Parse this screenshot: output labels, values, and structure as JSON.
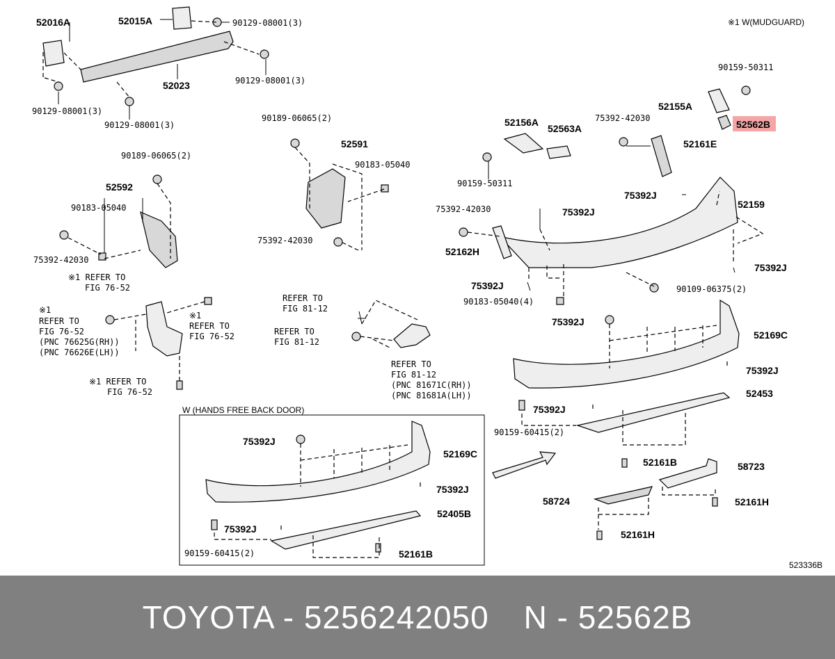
{
  "diagram": {
    "note_top_right": "※1 W(MUDGUARD)",
    "ref_number": "523336B",
    "box_title": "W (HANDS FREE BACK DOOR)",
    "labels": {
      "l52016A": "52016A",
      "l52015A": "52015A",
      "l90129_a": "90129-08001(3)",
      "l90129_b": "90129-08001(3)",
      "l90129_c": "90129-08001(3)",
      "l90129_d": "90129-08001(3)",
      "l52023": "52023",
      "l90159_50311_a": "90159-50311",
      "l52155A": "52155A",
      "l75392_42030_a": "75392-42030",
      "l52562B": "52562B",
      "l52161E": "52161E",
      "l52156A": "52156A",
      "l52563A": "52563A",
      "l90159_50311_b": "90159-50311",
      "l90189_a": "90189-06065(2)",
      "l52591": "52591",
      "l90183_a": "90183-05040",
      "l90189_b": "90189-06065(2)",
      "l52592": "52592",
      "l90183_b": "90183-05040",
      "l75392_42030_b": "75392-42030",
      "l75392_42030_c": "75392-42030",
      "l75392_42030_d": "75392-42030",
      "l75392J_a": "75392J",
      "l52159": "52159",
      "l75392J_b": "75392J",
      "l52162H": "52162H",
      "l75392J_c": "75392J",
      "l75392J_d": "75392J",
      "l90183_c": "90183-05040(4)",
      "l90109": "90109-06375(2)",
      "ref_a1": "※1 REFER TO",
      "ref_a2": "FIG 76-52",
      "ref_b1": "※1",
      "ref_b2": "REFER TO",
      "ref_b3": "FIG 76-52",
      "ref_b4": "(PNC 76625G(RH))",
      "ref_b5": "(PNC 76626E(LH))",
      "ref_c1": "※1",
      "ref_c2": "REFER TO",
      "ref_c3": "FIG 76-52",
      "ref_d1": "※1 REFER TO",
      "ref_d2": "FIG 76-52",
      "ref_e1": "REFER TO",
      "ref_e2": "FIG 81-12",
      "ref_f1": "REFER TO",
      "ref_f2": "FIG 81-12",
      "ref_g1": "REFER TO",
      "ref_g2": "FIG 81-12",
      "ref_g3": "(PNC 81671C(RH))",
      "ref_g4": "(PNC 81681A(LH))",
      "l75392J_e": "75392J",
      "l52169C_a": "52169C",
      "l75392J_f": "75392J",
      "l75392J_g": "75392J",
      "l52453": "52453",
      "l90159_60415_a": "90159-60415(2)",
      "l52161B_a": "52161B",
      "l58723": "58723",
      "l58724": "58724",
      "l52161H_a": "52161H",
      "l52161H_b": "52161H",
      "l75392J_h": "75392J",
      "l52169C_b": "52169C",
      "l75392J_i": "75392J",
      "l75392J_j": "75392J",
      "l52405B": "52405B",
      "l90159_60415_b": "90159-60415(2)",
      "l52161B_b": "52161B"
    },
    "highlight_color": "#f4a6a6"
  },
  "footer": {
    "left": "TOYOTA - 5256242050",
    "right": "N - 52562B"
  }
}
